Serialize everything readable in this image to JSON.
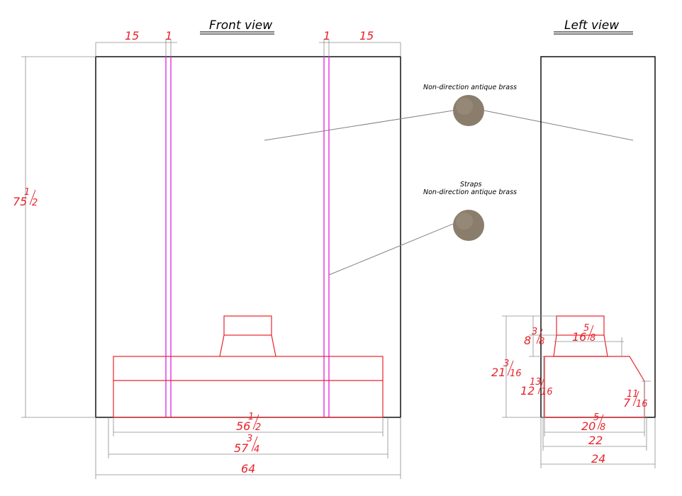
{
  "views": {
    "front_title": "Front view",
    "left_title": "Left view"
  },
  "notes": {
    "finish_label": "Non-direction antique brass",
    "straps_label": "Straps",
    "straps_finish_label": "Non-direction antique brass"
  },
  "colors": {
    "outline": "#000000",
    "dimension": "#e8232b",
    "strap": "#e020e0",
    "leader": "#808080",
    "swatch": "#8a7d6c"
  },
  "dims": {
    "front_top_left_15": "15",
    "front_top_left_1": "1",
    "front_top_right_1": "1",
    "front_top_right_15": "15",
    "front_height_whole": "75",
    "front_height_num": "1",
    "front_height_den": "2",
    "front_b1_whole": "56",
    "front_b1_num": "1",
    "front_b1_den": "2",
    "front_b2_whole": "57",
    "front_b2_num": "3",
    "front_b2_den": "4",
    "front_b3": "64",
    "left_a_whole": "8",
    "left_a_num": "3",
    "left_a_den": "8",
    "left_b_whole": "21",
    "left_b_num": "3",
    "left_b_den": "16",
    "left_c_whole": "12",
    "left_c_num": "13",
    "left_c_den": "16",
    "left_d_whole": "16",
    "left_d_num": "5",
    "left_d_den": "8",
    "left_e_whole": "7",
    "left_e_num": "11",
    "left_e_den": "16",
    "left_b1_whole": "20",
    "left_b1_num": "5",
    "left_b1_den": "8",
    "left_b2": "22",
    "left_b3": "24"
  }
}
